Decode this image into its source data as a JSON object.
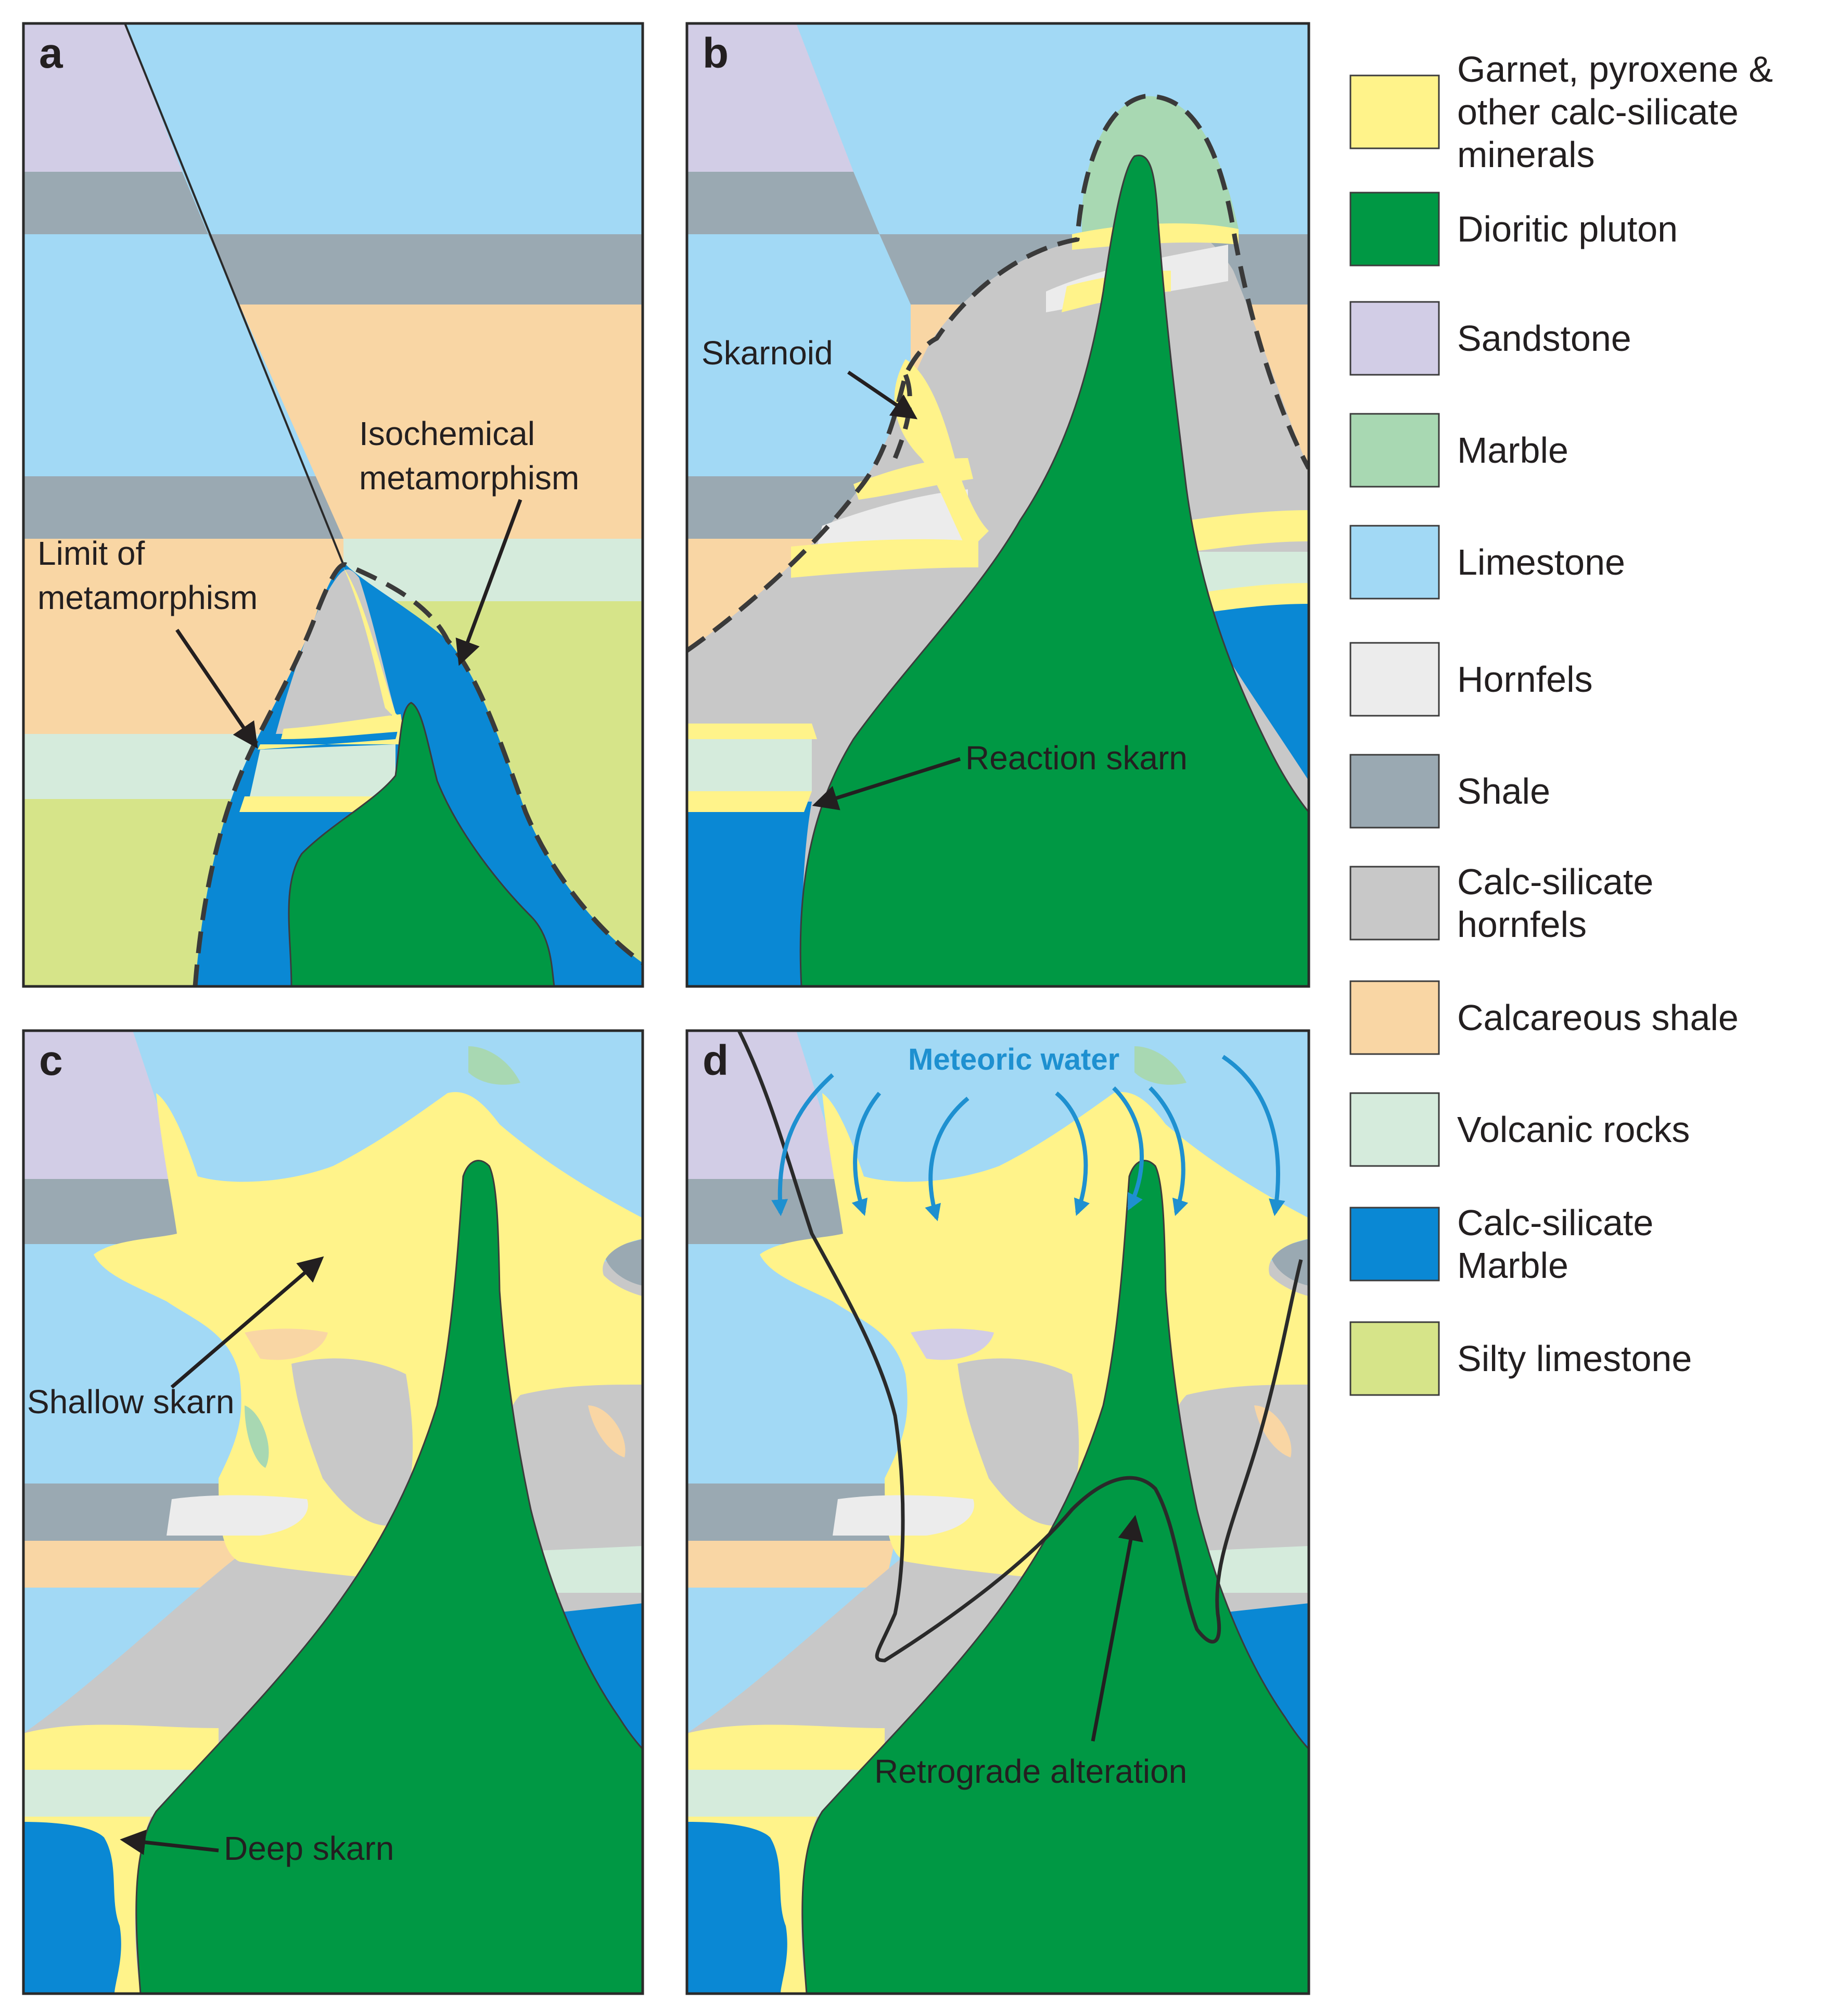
{
  "colors": {
    "skarn_yellow": "#fff38a",
    "dioritic_pluton": "#009844",
    "sandstone": "#d2cde6",
    "marble": "#a8d8b2",
    "limestone": "#a2d9f5",
    "hornfels": "#ececec",
    "shale": "#9aa9b2",
    "calc_silicate_hornfels": "#c8c8c8",
    "calcareous_shale": "#f9d6a4",
    "volcanic_rocks": "#d5ebdc",
    "calc_silicate_marble": "#0a88d4",
    "silty_limestone": "#d6e489",
    "meteoric_arrow": "#1e90d0",
    "line": "#2a2a2a"
  },
  "panels": {
    "a": {
      "letter": "a",
      "label_limit_line1": "Limit of",
      "label_limit_line2": "metamorphism",
      "label_iso_line1": "Isochemical",
      "label_iso_line2": "metamorphism"
    },
    "b": {
      "letter": "b",
      "label_skarnoid": "Skarnoid",
      "label_reaction": "Reaction skarn"
    },
    "c": {
      "letter": "c",
      "label_shallow": "Shallow skarn",
      "label_deep": "Deep skarn"
    },
    "d": {
      "letter": "d",
      "label_meteoric": "Meteoric water",
      "label_retrograde": "Retrograde alteration"
    }
  },
  "legend": [
    {
      "lines": [
        "Garnet, pyroxene &",
        "other calc-silicate",
        "minerals"
      ],
      "color": "#fff38a"
    },
    {
      "lines": [
        "Dioritic pluton"
      ],
      "color": "#009844"
    },
    {
      "lines": [
        "Sandstone"
      ],
      "color": "#d2cde6"
    },
    {
      "lines": [
        "Marble"
      ],
      "color": "#a8d8b2"
    },
    {
      "lines": [
        "Limestone"
      ],
      "color": "#a2d9f5"
    },
    {
      "lines": [
        "Hornfels"
      ],
      "color": "#ececec"
    },
    {
      "lines": [
        "Shale"
      ],
      "color": "#9aa9b2"
    },
    {
      "lines": [
        "Calc-silicate",
        "hornfels"
      ],
      "color": "#c8c8c8"
    },
    {
      "lines": [
        "Calcareous shale"
      ],
      "color": "#f9d6a4"
    },
    {
      "lines": [
        "Volcanic rocks"
      ],
      "color": "#d5ebdc"
    },
    {
      "lines": [
        "Calc-silicate",
        "Marble"
      ],
      "color": "#0a88d4"
    },
    {
      "lines": [
        "Silty limestone"
      ],
      "color": "#d6e489"
    }
  ]
}
